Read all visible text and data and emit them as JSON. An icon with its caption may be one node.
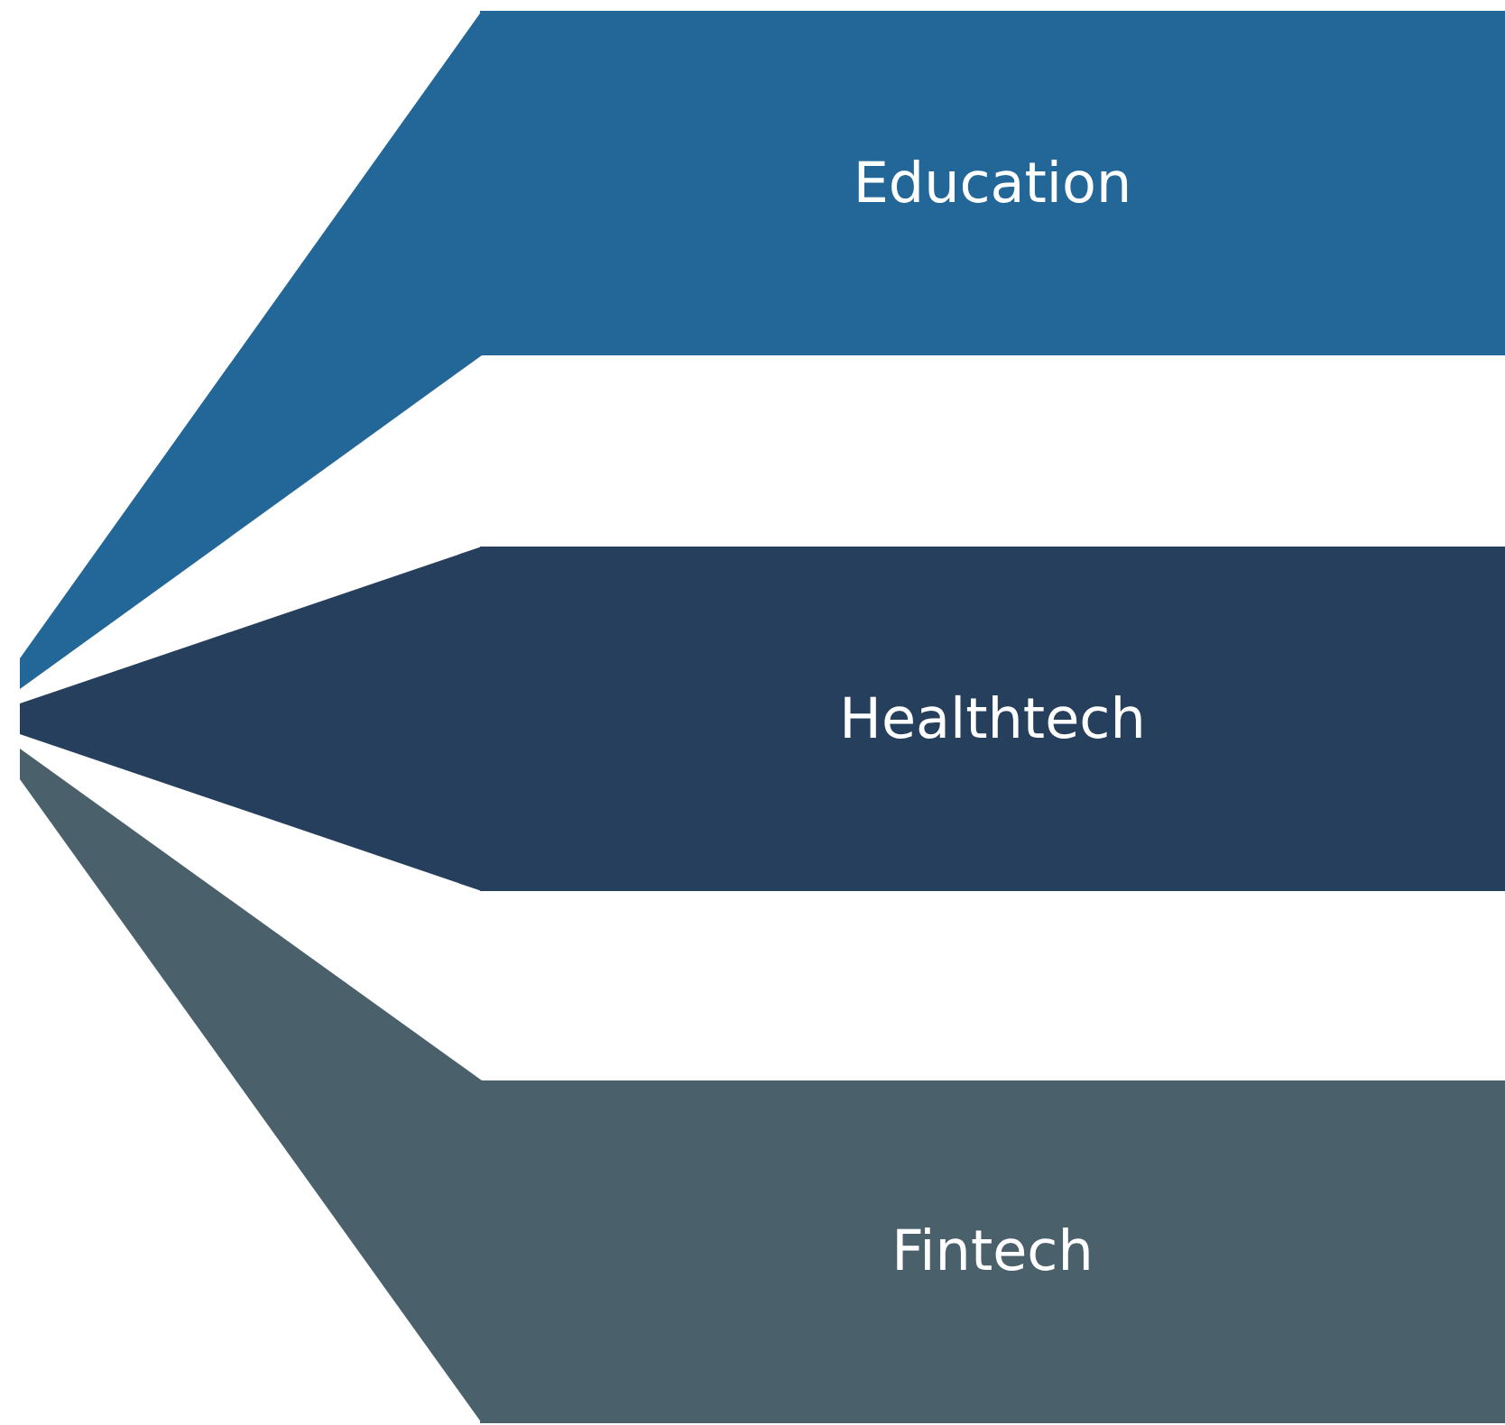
{
  "diagram": {
    "nodes": [
      {
        "text": [
          "Education"
        ]
      },
      {
        "text": [
          "Healthtech"
        ]
      },
      {
        "text": [
          "Fintech"
        ]
      }
    ]
  }
}
